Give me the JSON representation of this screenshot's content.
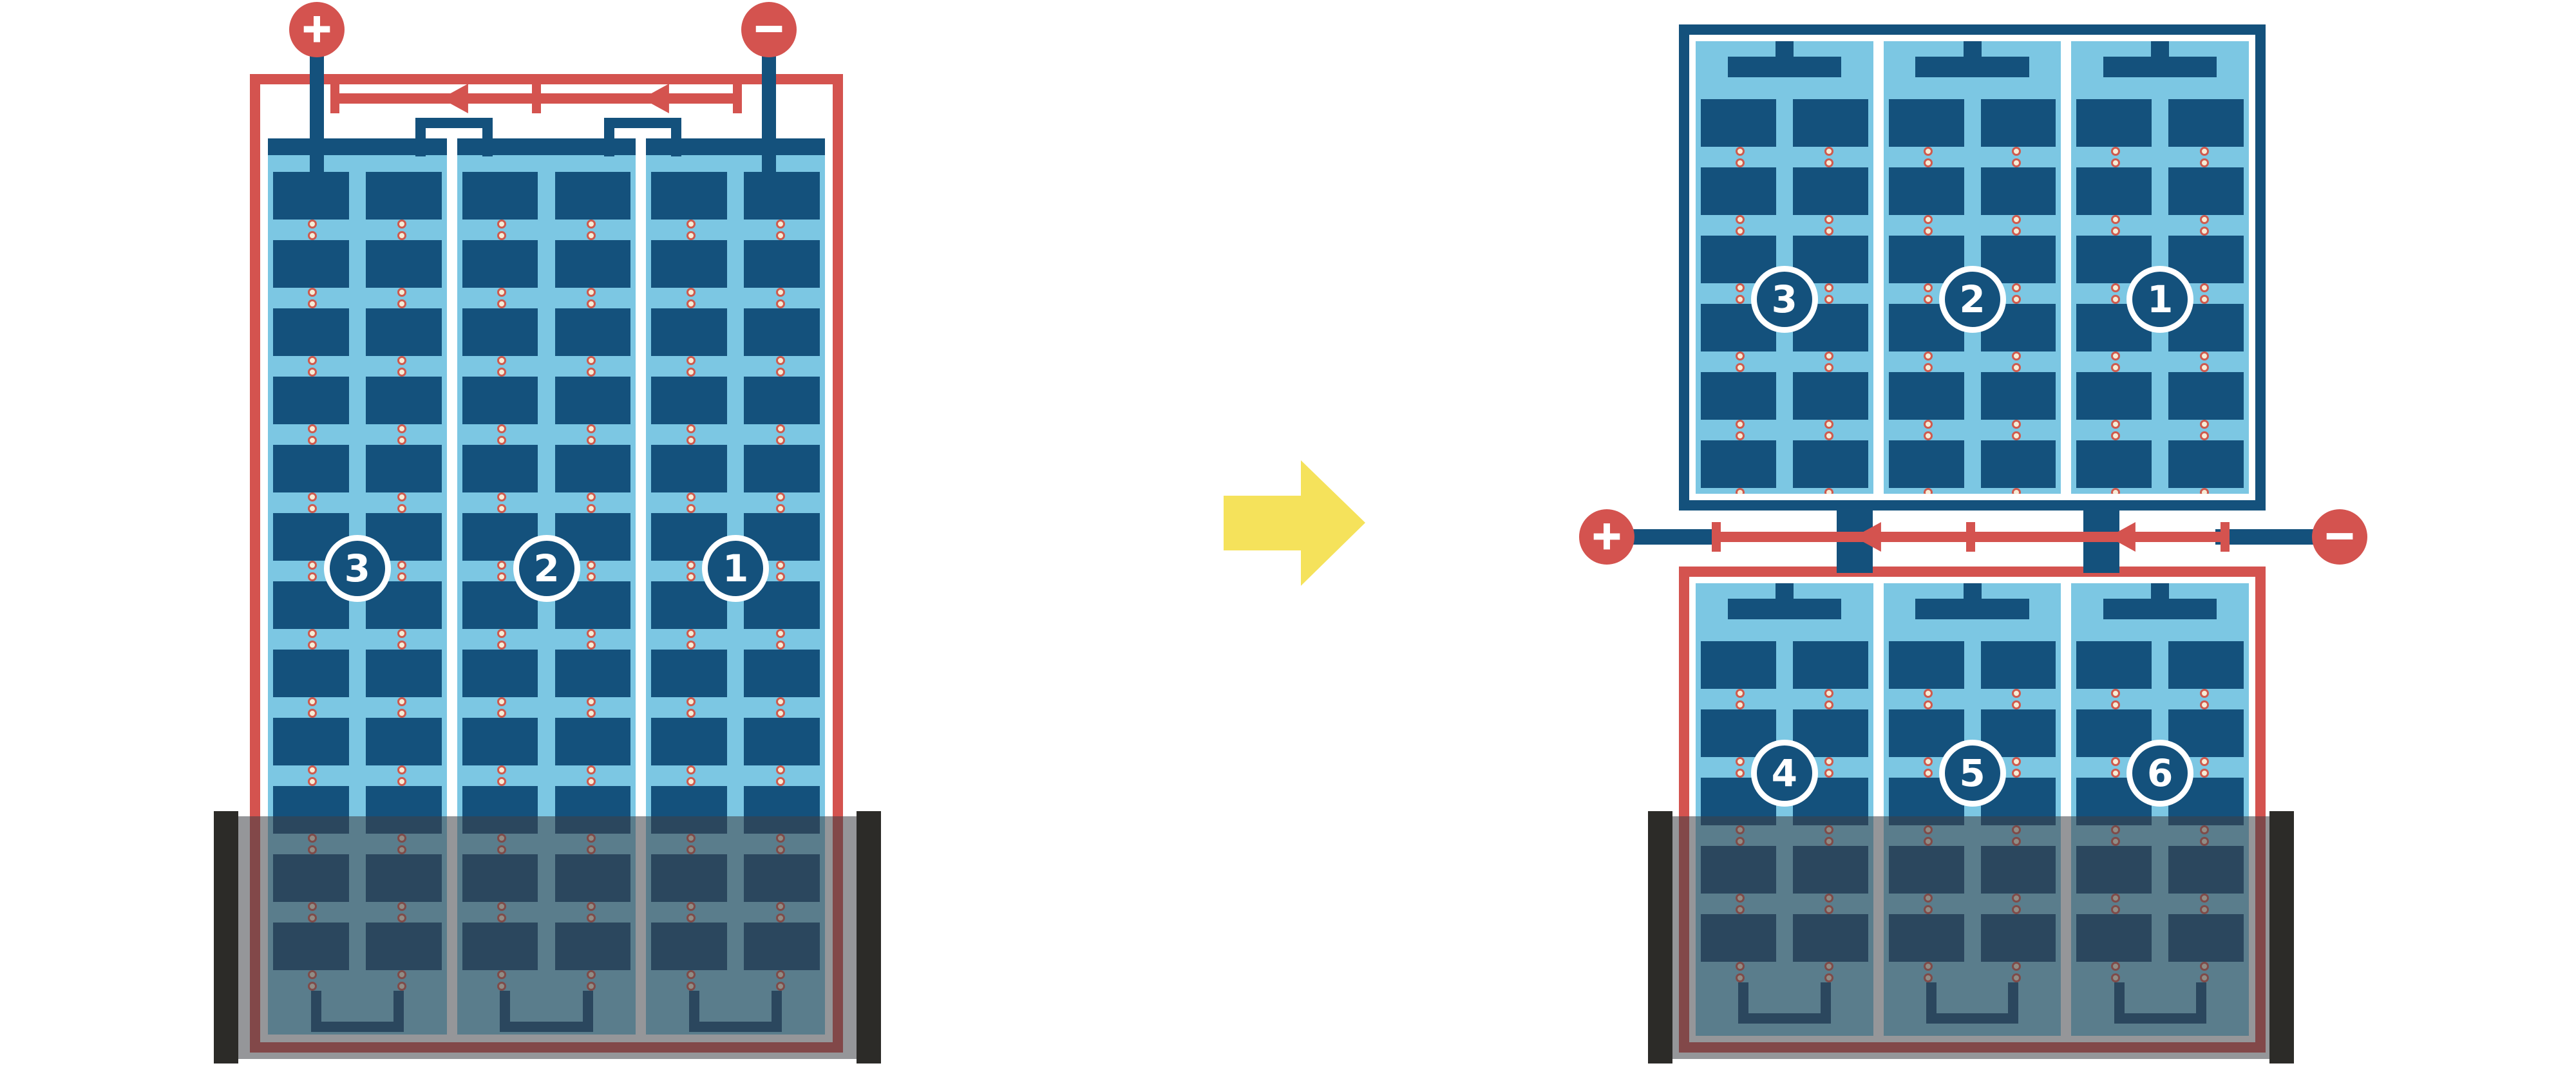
{
  "colors": {
    "red": "#d4534f",
    "dark_blue": "#14517c",
    "light_blue": "#7cc7e3",
    "dot": "#f6ecd6",
    "dot_ring": "#cf5a4e",
    "overlay": "rgba(62,64,70,0.55)",
    "holder": "#2c2b28",
    "yellow": "#f5e25b"
  },
  "left_figure": {
    "positive": "+",
    "negative": "−",
    "cells": [
      {
        "number": "3"
      },
      {
        "number": "2"
      },
      {
        "number": "1"
      }
    ]
  },
  "right_figure": {
    "positive": "+",
    "negative": "−",
    "top_cells": [
      {
        "number": "3"
      },
      {
        "number": "2"
      },
      {
        "number": "1"
      }
    ],
    "bottom_cells": [
      {
        "number": "4"
      },
      {
        "number": "5"
      },
      {
        "number": "6"
      }
    ]
  },
  "icons": {
    "transform_arrow": "right-block-arrow",
    "positive_terminal": "plus-icon",
    "negative_terminal": "minus-icon"
  },
  "pattern": {
    "left": {
      "rows": 12,
      "top_bar": true,
      "strap": false,
      "loop": true
    },
    "right_top": {
      "rows": 6,
      "top_bar": false,
      "strap": true,
      "loop": false
    },
    "right_bottom": {
      "rows": 5,
      "top_bar": false,
      "strap": true,
      "loop": true
    }
  }
}
